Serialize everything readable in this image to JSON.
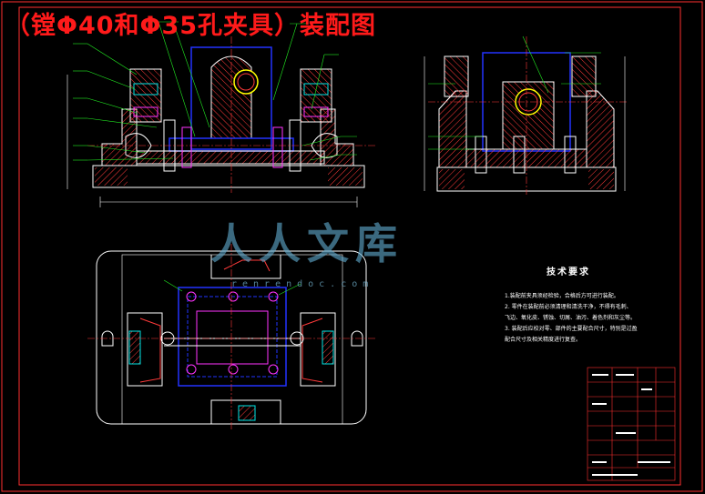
{
  "title": "（镗Φ40和Φ35孔夹具）装配图",
  "technical_requirements": {
    "heading": "技术要求",
    "notes": [
      "1.装配前夹具须经检验，合格后方可进行装配。",
      "2. 零件在装配前必须清理和清洗干净，不得有毛刺、",
      "飞边、氧化皮、锈蚀、切屑、油污、着色剂和灰尘等。",
      "3. 装配后应校对零、部件的主要配合尺寸，特别是过盈",
      "配合尺寸及相关精度进行复查。"
    ]
  },
  "watermark": {
    "text": "人人文库",
    "url": "renrendoc.com"
  },
  "colors": {
    "background": "#000000",
    "frame": "#ff3030",
    "outline": "#ffffff",
    "hatch": "#ff3a3a",
    "body": "#2233ff",
    "leaders": "#22ee22",
    "centerlines": "#ff3a3a",
    "cyan": "#00e6e6",
    "magenta": "#ff33ff",
    "yellow": "#ffff00"
  }
}
